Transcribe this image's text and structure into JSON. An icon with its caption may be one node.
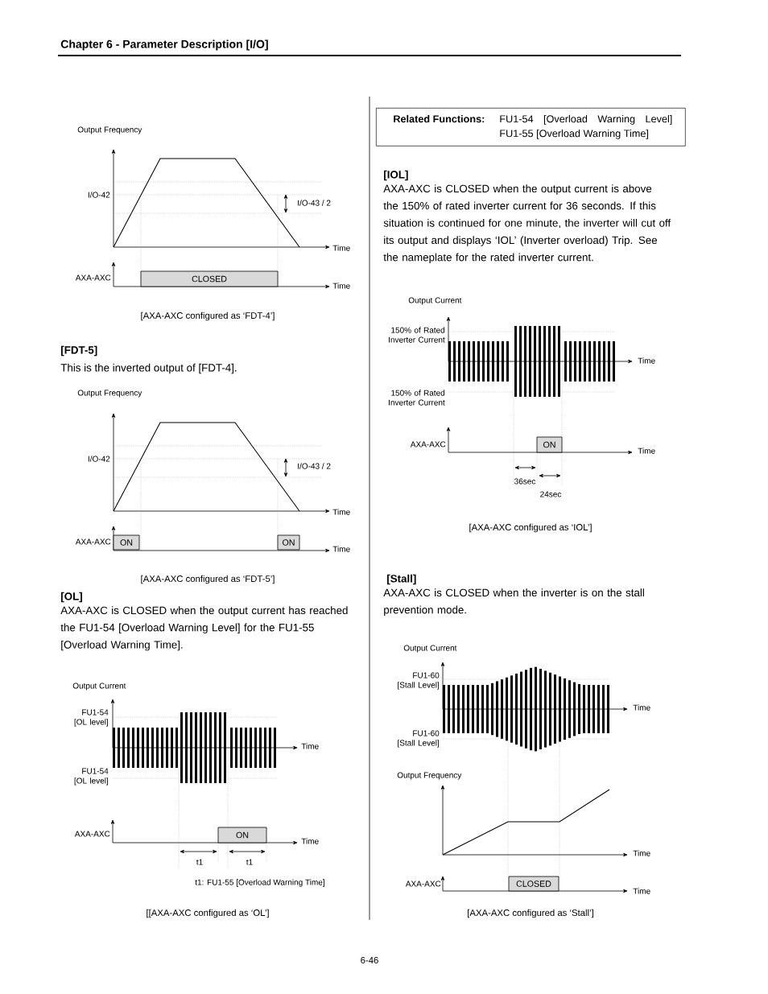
{
  "diagram": {
    "nodes": [
      {
        "text": [
          "Related Functions:",
          "FU1-54 [Overload Warning Level] FU1-55 [Overload Warning Time]"
        ]
      },
      {
        "text": [
          "CLOSED"
        ]
      },
      {
        "text": [
          "ON"
        ]
      },
      {
        "text": [
          "ON"
        ]
      },
      {
        "text": [
          "ON"
        ]
      },
      {
        "text": [
          "ON"
        ]
      },
      {
        "text": [
          "CLOSED"
        ]
      }
    ],
    "labels": [
      "Chapter 6 - Parameter Description [I/O]",
      "Output Frequency",
      "I/O-42",
      "I/O-43 / 2",
      "Time",
      "AXA-AXC",
      "Time",
      "[AXA-AXC configured as ‘FDT-4’]",
      "[FDT-5]",
      "This is the inverted output of [FDT-4].",
      "Output Frequency",
      "I/O-42",
      "I/O-43 / 2",
      "Time",
      "AXA-AXC",
      "Time",
      "[AXA-AXC configured as ‘FDT-5’]",
      "[OL]",
      "AXA-AXC is CLOSED when the output current has reached the FU1-54 [Overload Warning Level] for the FU1-55 [Overload Warning Time].",
      "Output Current",
      "FU1-54 [OL level]",
      "Time",
      "FU1-54 [OL level]",
      "AXA-AXC",
      "Time",
      "t1",
      "t1",
      "t1: FU1-55 [Overload Warning Time]",
      "[[AXA-AXC configured as ‘OL’]",
      "[IOL]",
      "AXA-AXC is CLOSED when the output current is above the 150% of rated inverter current for 36 seconds. If this situation is continued for one minute, the inverter will cut off its output and displays ‘IOL’ (Inverter overload) Trip. See the nameplate for the rated inverter current.",
      "Output Current",
      "150% of Rated Inverter Current",
      "Time",
      "150% of Rated Inverter Current",
      "AXA-AXC",
      "Time",
      "36sec",
      "24sec",
      "[AXA-AXC configured as ‘IOL’]",
      "[Stall]",
      "AXA-AXC is CLOSED when the inverter is on the stall prevention mode.",
      "Output Current",
      "FU1-60 [Stall Level]",
      "Time",
      "FU1-60 [Stall Level]",
      "Output Frequency",
      "Time",
      "AXA-AXC",
      "Time",
      "[AXA-AXC configured as ‘Stall’]",
      "6-46"
    ]
  }
}
